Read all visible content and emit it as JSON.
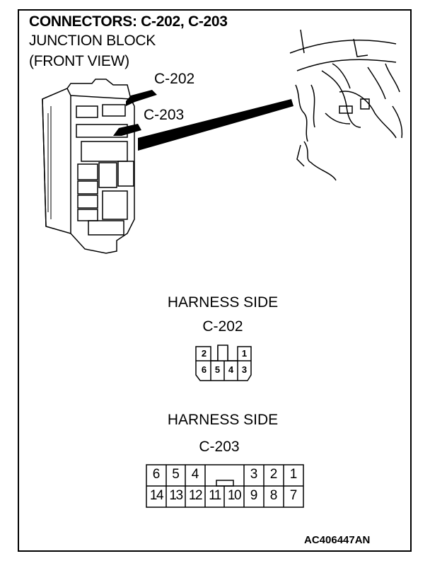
{
  "header": {
    "title": "CONNECTORS: C-202, C-203",
    "subtitle_line1": "JUNCTION BLOCK",
    "subtitle_line2": "(FRONT VIEW)"
  },
  "callouts": {
    "c202": "C-202",
    "c203": "C-203"
  },
  "connector_c202": {
    "side_label": "HARNESS SIDE",
    "name": "C-202",
    "top_row": [
      "2",
      "",
      "1"
    ],
    "bottom_row": [
      "6",
      "5",
      "4",
      "3"
    ]
  },
  "connector_c203": {
    "side_label": "HARNESS SIDE",
    "name": "C-203",
    "top_row": [
      "6",
      "5",
      "4",
      "",
      "3",
      "2",
      "1"
    ],
    "bottom_row": [
      "14",
      "13",
      "12",
      "11",
      "10",
      "9",
      "8",
      "7"
    ]
  },
  "footer": {
    "diagram_id": "AC406447AN"
  }
}
